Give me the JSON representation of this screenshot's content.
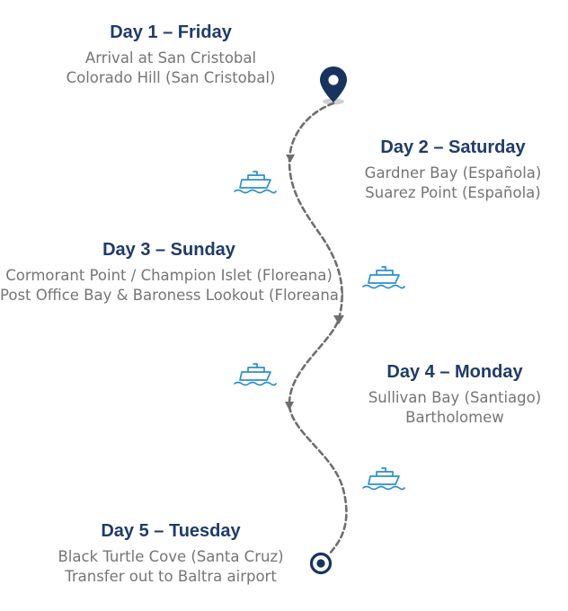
{
  "itinerary": {
    "days": [
      {
        "title": "Day 1 – Friday",
        "lines": [
          "Arrival at San Cristobal",
          "Colorado Hill (San Cristobal)"
        ]
      },
      {
        "title": "Day 2 – Saturday",
        "lines": [
          "Gardner Bay (Española)",
          "Suarez Point (Española)"
        ]
      },
      {
        "title": "Day 3 – Sunday",
        "lines": [
          "Cormorant Point / Champion Islet (Floreana)",
          "Post Office Bay & Baroness Lookout (Floreana)"
        ]
      },
      {
        "title": "Day 4 – Monday",
        "lines": [
          "Sullivan Bay (Santiago)",
          "Bartholomew"
        ]
      },
      {
        "title": "Day 5 – Tuesday",
        "lines": [
          "Black Turtle Cove (Santa Cruz)",
          "Transfer out to Baltra airport"
        ]
      }
    ]
  },
  "icons": {
    "start": "map-pin-icon",
    "end": "end-target-icon",
    "transit": "ship-icon"
  },
  "colors": {
    "title": "#1e3b6a",
    "text": "#757575",
    "route": "#6e6e6e",
    "ship": "#2b8fd0",
    "pin": "#17335f"
  }
}
